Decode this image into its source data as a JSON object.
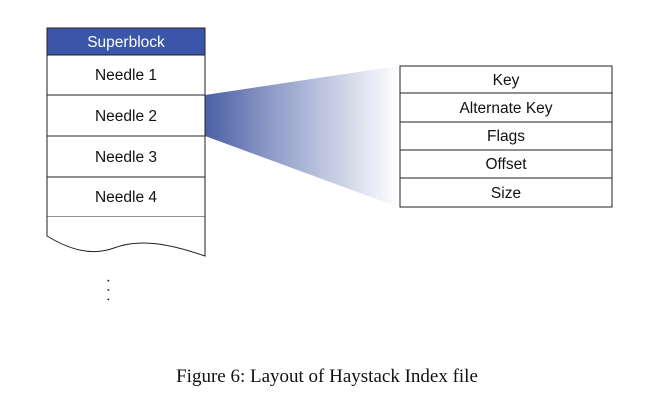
{
  "index_file": {
    "header": "Superblock",
    "needles": [
      "Needle 1",
      "Needle 2",
      "Needle 3",
      "Needle 4"
    ],
    "continuation_dots": "· · ·"
  },
  "needle_record": {
    "fields": [
      "Key",
      "Alternate Key",
      "Flags",
      "Offset",
      "Size"
    ]
  },
  "colors": {
    "header_fill": "#3b55a8",
    "fan_gradient_start": "#4a5fa6",
    "fan_gradient_end": "#ffffff",
    "stroke": "#222222"
  },
  "caption": "Figure 6: Layout of Haystack Index file"
}
